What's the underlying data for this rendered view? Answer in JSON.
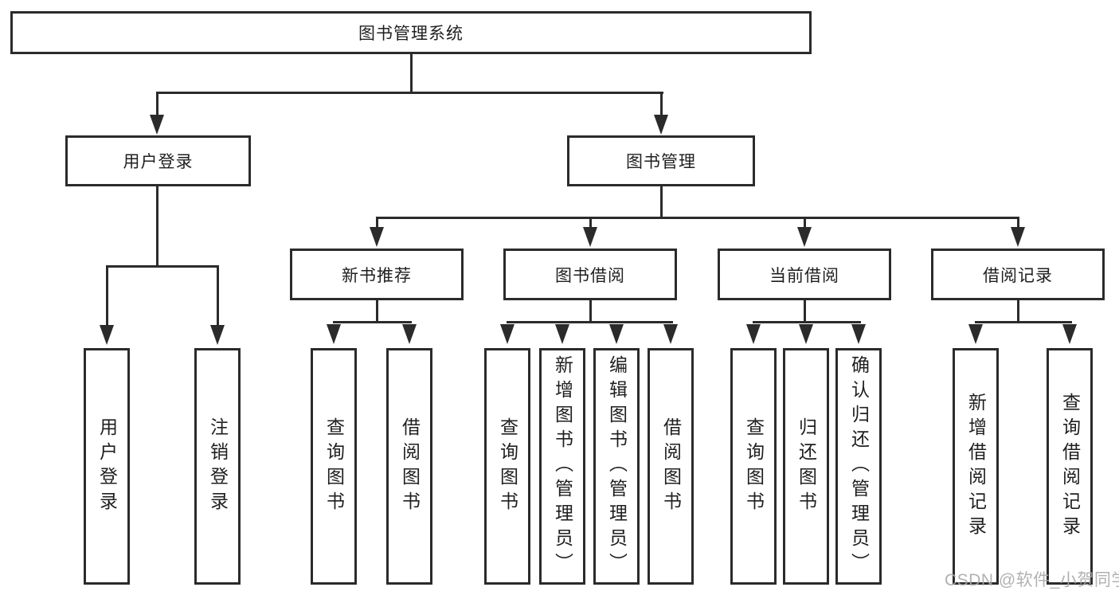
{
  "colors": {
    "line": "#2b2b2b",
    "box_border": "#2b2b2b",
    "text": "#1f1f1f",
    "watermark": "#a9a9a9",
    "background": "#ffffff"
  },
  "tree": {
    "root": {
      "label": "图书管理系统"
    },
    "level2": {
      "user_login": {
        "label": "用户登录"
      },
      "book_management": {
        "label": "图书管理"
      }
    },
    "level3": {
      "new_book_recommend": {
        "label": "新书推荐"
      },
      "book_borrow": {
        "label": "图书借阅"
      },
      "current_borrow": {
        "label": "当前借阅"
      },
      "borrow_records": {
        "label": "借阅记录"
      }
    },
    "leaves": {
      "user_login": [
        "用户登录",
        "注销登录"
      ],
      "new_book_recommend": [
        "查询图书",
        "借阅图书"
      ],
      "book_borrow": [
        "查询图书",
        "新增图书（管理员）",
        "编辑图书（管理员）",
        "借阅图书"
      ],
      "current_borrow": [
        "查询图书",
        "归还图书",
        "确认归还（管理员）"
      ],
      "borrow_records": [
        "新增借阅记录",
        "查询借阅记录"
      ]
    }
  },
  "watermark": {
    "text": "CSDN @软件_小贺同学"
  }
}
